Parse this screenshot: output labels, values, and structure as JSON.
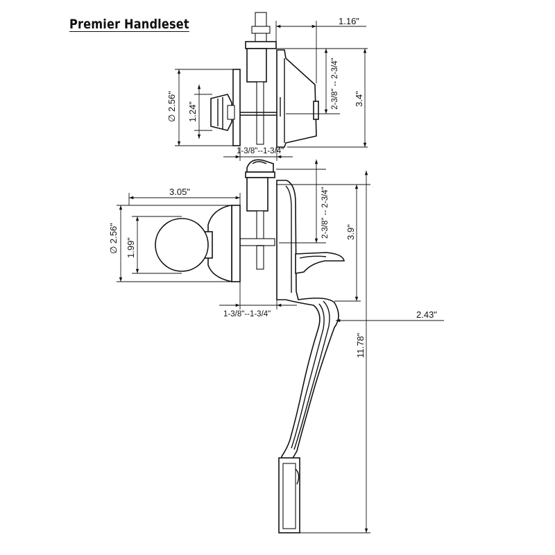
{
  "title": "Premier Handleset",
  "deadbolt": {
    "dim_backset_width": "1.16\"",
    "dim_backset_range": "2-3/8\" -- 2-3/4\"",
    "dim_height": "3.4\"",
    "dim_rose_diameter": "∅ 2.56\"",
    "dim_turn_height": "1.24\"",
    "dim_door_thickness": "1-3/8\"--1-3/4\""
  },
  "handleset": {
    "dim_knob_projection": "3.05\"",
    "dim_rose_diameter": "∅ 2.56\"",
    "dim_knob_diameter": "1.99\"",
    "dim_backset_range": "2-3/8\" -- 2-3/4\"",
    "dim_upper_height": "3.9\"",
    "dim_door_thickness": "1-3/8\"--1-3/4\"",
    "dim_grip_projection": "2.43\"",
    "dim_overall_height": "11.78\""
  }
}
